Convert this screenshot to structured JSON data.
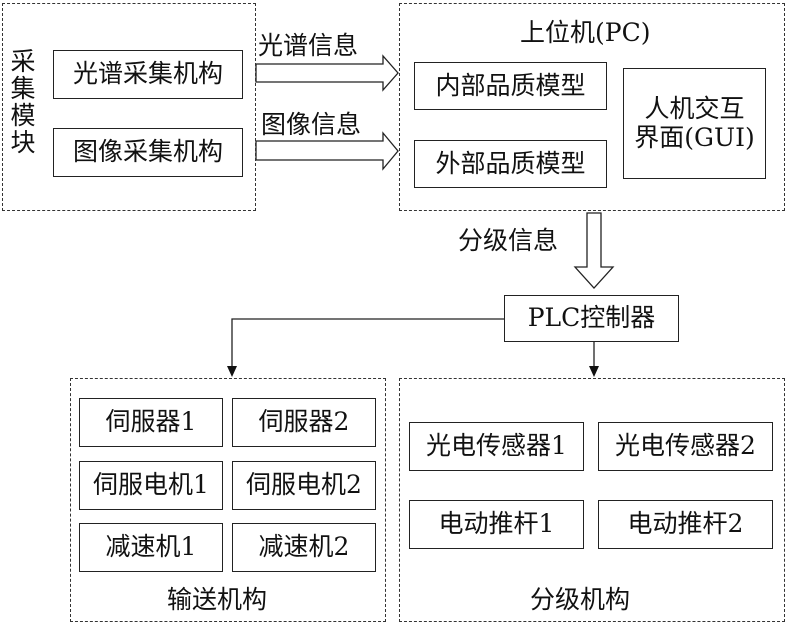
{
  "acquisition_module": {
    "title": "采集模块",
    "title_chars": [
      "采",
      "集",
      "模",
      "块"
    ],
    "items": [
      "光谱采集机构",
      "图像采集机构"
    ]
  },
  "flows": {
    "spectral_info": "光谱信息",
    "image_info": "图像信息",
    "grading_info": "分级信息"
  },
  "host_pc": {
    "title": "上位机(PC)",
    "models": [
      "内部品质模型",
      "外部品质模型"
    ],
    "gui_line1": "人机交互",
    "gui_line2": "界面(GUI)"
  },
  "plc": {
    "label": "PLC控制器"
  },
  "conveying": {
    "title": "输送机构",
    "items": [
      "伺服器1",
      "伺服器2",
      "伺服电机1",
      "伺服电机2",
      "减速机1",
      "减速机2"
    ]
  },
  "grading": {
    "title": "分级机构",
    "items": [
      "光电传感器1",
      "光电传感器2",
      "电动推杆1",
      "电动推杆2"
    ]
  }
}
